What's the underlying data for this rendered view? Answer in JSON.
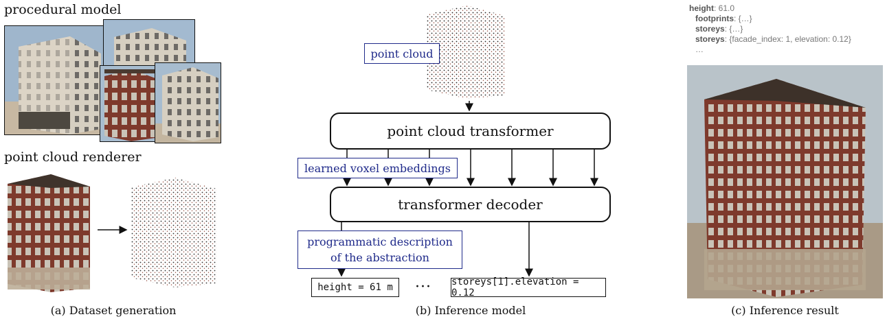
{
  "panel_a": {
    "procedural_label": "procedural model",
    "renderer_label": "point cloud renderer",
    "caption": "(a) Dataset generation"
  },
  "panel_b": {
    "point_cloud_label": "point cloud",
    "transformer_label": "point cloud transformer",
    "voxel_label": "learned voxel embeddings",
    "decoder_label": "transformer decoder",
    "program_label_line1": "programmatic description",
    "program_label_line2": "of the abstraction",
    "output_height": "height = 61 m",
    "ellipsis": "···",
    "output_storeys": "storeys[1].elevation = 0.12",
    "caption": "(b) Inference model"
  },
  "panel_c": {
    "line1_key": "height",
    "line1_val": ": 61.0",
    "line2_key": "footprints",
    "line2_val": ": {…}",
    "line3_key": "storeys",
    "line3_val": ": {…}",
    "line4_key": "storeys",
    "line4_val": ": {facade_index: 1, elevation: 0.12}",
    "line5": "…",
    "caption": "(c) Inference result"
  },
  "colors": {
    "accent_blue": "#1f2a8a",
    "brick": "#8a3b2c",
    "stone": "#c9bfae",
    "sky": "#9fb6cc"
  }
}
